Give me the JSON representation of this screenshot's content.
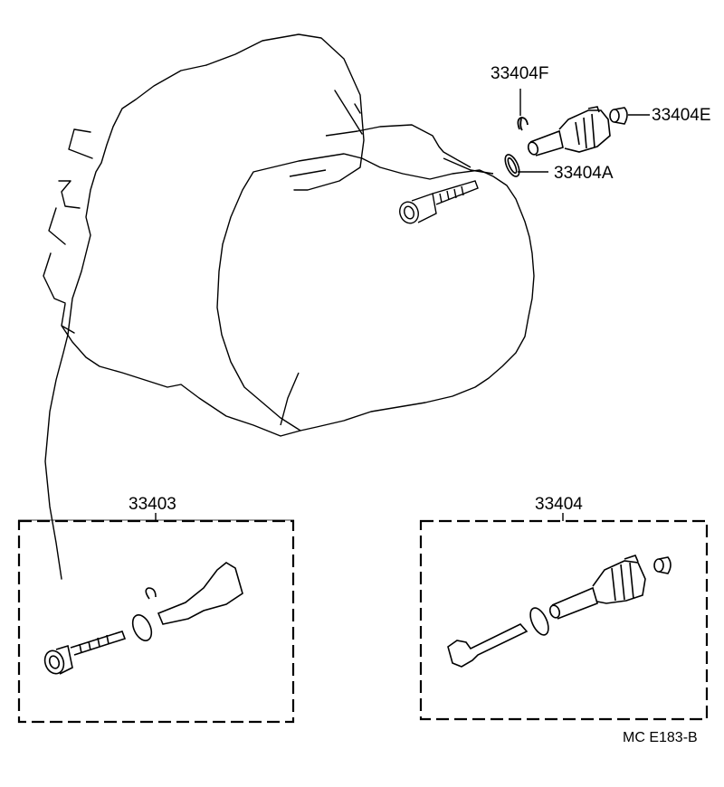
{
  "diagram": {
    "type": "exploded parts diagram",
    "subject": "transmission case with speedometer driven gear assembly",
    "callouts": [
      {
        "id": "33404F",
        "label": "33404F",
        "part": "clip"
      },
      {
        "id": "33404E",
        "label": "33404E",
        "part": "sleeve / plug"
      },
      {
        "id": "33404A",
        "label": "33404A",
        "part": "o-ring"
      }
    ],
    "kits": [
      {
        "id": "33403",
        "label": "33403",
        "contents": [
          "driven gear shaft",
          "o-ring",
          "clip",
          "sleeve"
        ]
      },
      {
        "id": "33404",
        "label": "33404",
        "contents": [
          "shaft",
          "o-ring",
          "sleeve housing",
          "plug"
        ]
      }
    ],
    "drawing_code": "MC E183-B"
  },
  "colors": {
    "line": "#000000",
    "background": "#ffffff"
  }
}
